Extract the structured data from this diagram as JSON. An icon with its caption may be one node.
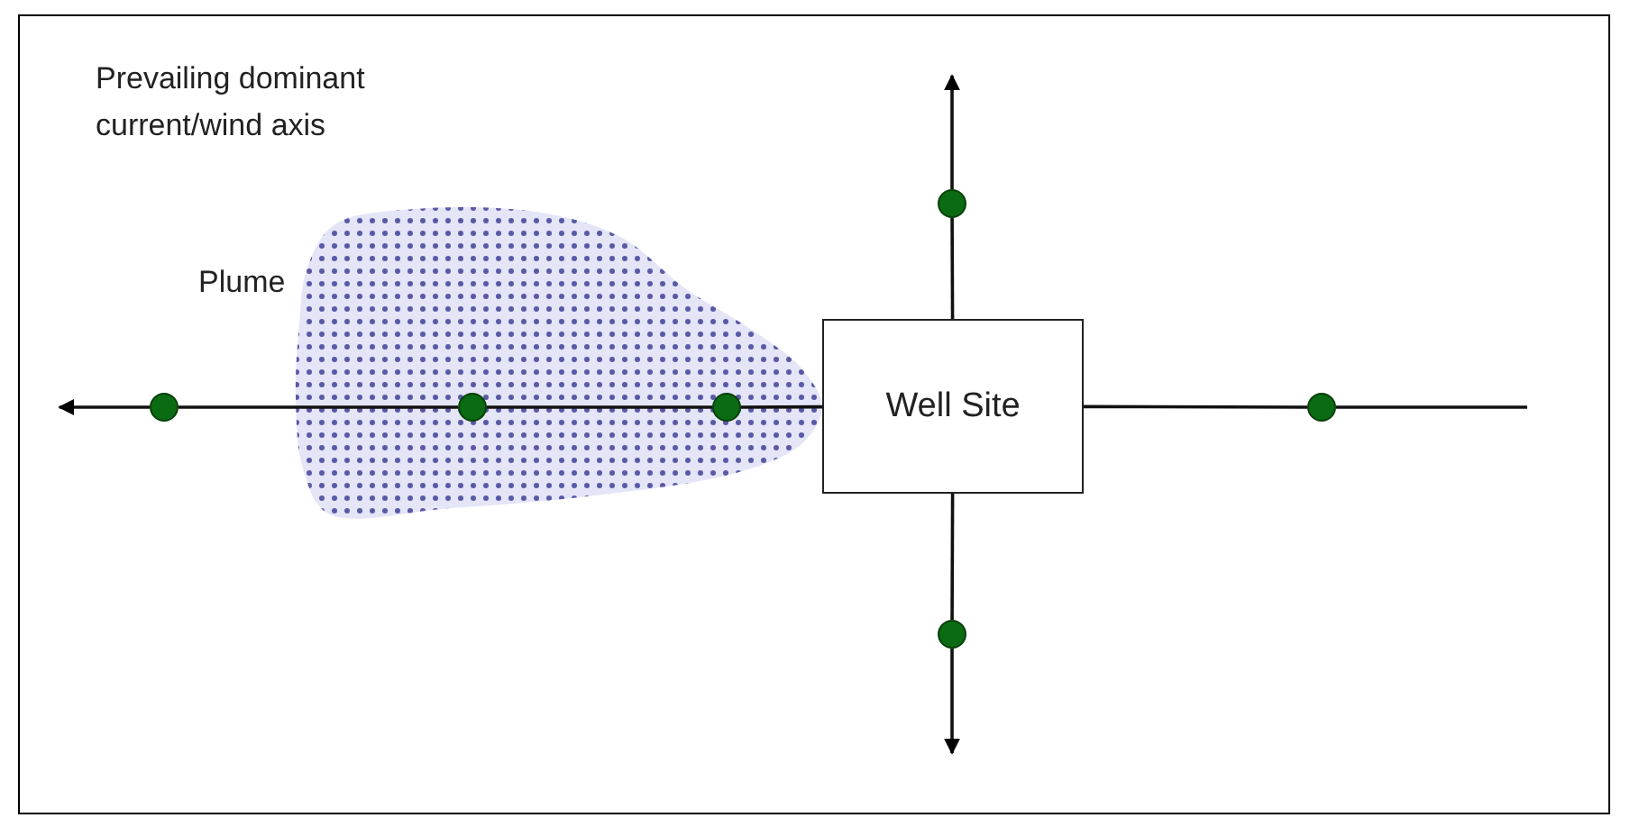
{
  "diagram": {
    "nodes": [
      {
        "text": [
          "Well Site"
        ]
      },
      {
        "text": [],
        "shape": "circle"
      },
      {
        "text": [],
        "shape": "circle"
      },
      {
        "text": [],
        "shape": "circle"
      },
      {
        "text": [],
        "shape": "circle"
      },
      {
        "text": [],
        "shape": "circle"
      },
      {
        "text": [],
        "shape": "circle"
      }
    ],
    "edges": [
      {
        "from": 0,
        "to": 3,
        "arrow": "none"
      },
      {
        "from": 3,
        "to": 2,
        "arrow": "none"
      },
      {
        "from": 2,
        "to": 1,
        "arrow": "none"
      },
      {
        "from": 1,
        "to": null,
        "arrow": "to"
      },
      {
        "from": 0,
        "to": 4,
        "arrow": "none"
      },
      {
        "from": 4,
        "to": null,
        "arrow": "to"
      },
      {
        "from": 0,
        "to": 5,
        "arrow": "none"
      },
      {
        "from": 5,
        "to": null,
        "arrow": "to"
      },
      {
        "from": 0,
        "to": 6,
        "arrow": "none"
      },
      {
        "from": 6,
        "to": null,
        "arrow": "none"
      }
    ],
    "labels": [
      "Prevailing dominant current/wind axis",
      "Plume"
    ]
  }
}
